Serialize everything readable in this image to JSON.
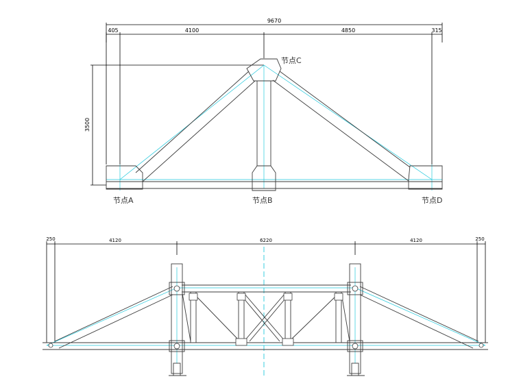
{
  "colors": {
    "member": "#3a3a3a",
    "centerline": "#22c8dc",
    "dimension": "#000000",
    "background": "#ffffff"
  },
  "top_diagram": {
    "dims": {
      "overall": "9670",
      "seg1": "405",
      "seg2": "4100",
      "seg3": "4850",
      "seg4": "315",
      "height": "3500"
    },
    "nodes": {
      "a": "节点A",
      "b": "节点B",
      "c": "节点C",
      "d": "节点D"
    }
  },
  "bottom_diagram": {
    "dims": {
      "left_edge": "250",
      "left_span": "4120",
      "center_span": "6220",
      "right_span": "4120",
      "right_edge": "250"
    }
  }
}
